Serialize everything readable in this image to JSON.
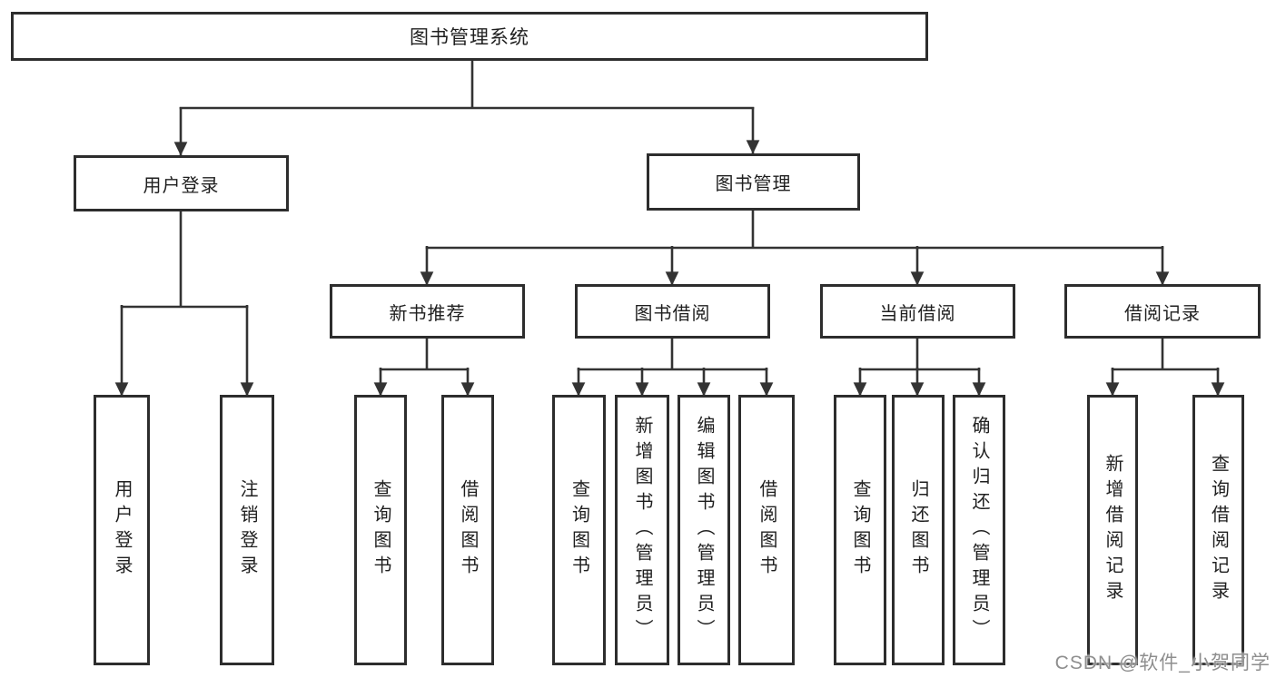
{
  "tree": {
    "root": "图书管理系统",
    "level2": [
      "用户登录",
      "图书管理"
    ],
    "level3": [
      "新书推荐",
      "图书借阅",
      "当前借阅",
      "借阅记录"
    ],
    "leaves": [
      "用户登录",
      "注销登录",
      "查询图书",
      "借阅图书",
      "查询图书",
      "新增图书（管理员）",
      "编辑图书（管理员）",
      "借阅图书",
      "查询图书",
      "归还图书",
      "确认归还（管理员）",
      "新增借阅记录",
      "查询借阅记录"
    ]
  },
  "watermark": "CSDN @软件_小贺同学",
  "colors": {
    "line": "#333333",
    "box_border": "#2d2d2d",
    "text": "#1f1f1f",
    "watermark": "#8e8e8e",
    "background": "#ffffff"
  }
}
